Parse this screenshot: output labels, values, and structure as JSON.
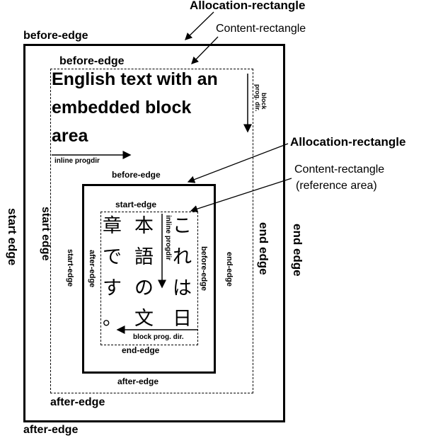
{
  "outer": {
    "allocation_label": "Allocation-rectangle",
    "content_label": "Content-rectangle",
    "before_edge": "before-edge",
    "after_edge": "after-edge",
    "start_edge": "start edge",
    "end_edge": "end edge"
  },
  "outer_content": {
    "before_edge": "before-edge",
    "after_edge": "after-edge",
    "start_edge": "start edge",
    "end_edge": "end edge",
    "english_text_line1": "English text with an",
    "english_text_line2": "embedded block",
    "english_text_line3": "area",
    "inline_prog_dir": "inline progdir",
    "block_prog_dir_line1": "block",
    "block_prog_dir_line2": "prog. dir."
  },
  "inner": {
    "allocation_label": "Allocation-rectangle",
    "content_label_line1": "Content-rectangle",
    "content_label_line2": "(reference area)",
    "before_edge": "before-edge",
    "after_edge": "after-edge",
    "start_edge": "start-edge",
    "end_edge": "end-edge"
  },
  "inner_content": {
    "start_edge": "start-edge",
    "end_edge": "end-edge",
    "before_edge": "before-edge",
    "after_edge": "after-edge",
    "inline_prog_dir": "inline progdir",
    "block_prog_dir": "block prog. dir.",
    "jp_col1": [
      "こ",
      "れ",
      "は",
      "日"
    ],
    "jp_col2": [
      "本",
      "語",
      "の",
      "文"
    ],
    "jp_col3": [
      "章",
      "で",
      "す",
      "。"
    ]
  }
}
